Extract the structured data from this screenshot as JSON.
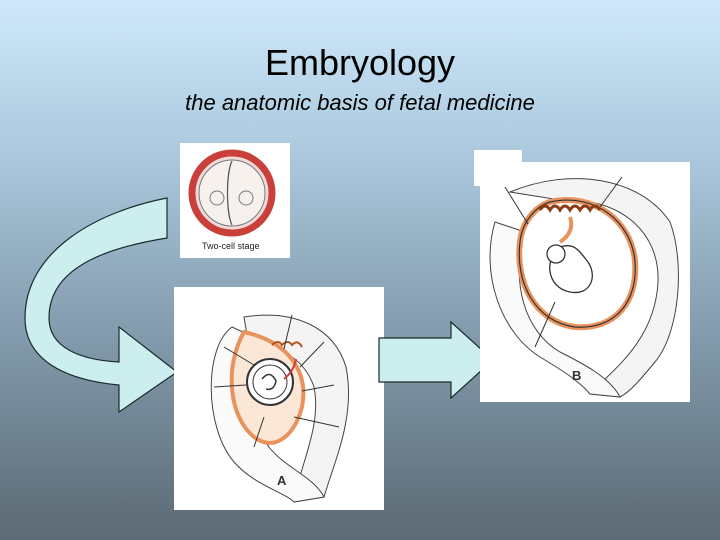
{
  "slide": {
    "title": "Embryology",
    "subtitle": "the anatomic basis of fetal medicine"
  },
  "figures": {
    "two_cell_caption": "Two-cell stage",
    "label_a": "A",
    "label_b": "B"
  },
  "colors": {
    "arrow_fill": "#cdeeee",
    "arrow_stroke": "#1a2a2a",
    "tissue_orange": "#e8935e",
    "cell_ring": "#c9403a"
  }
}
